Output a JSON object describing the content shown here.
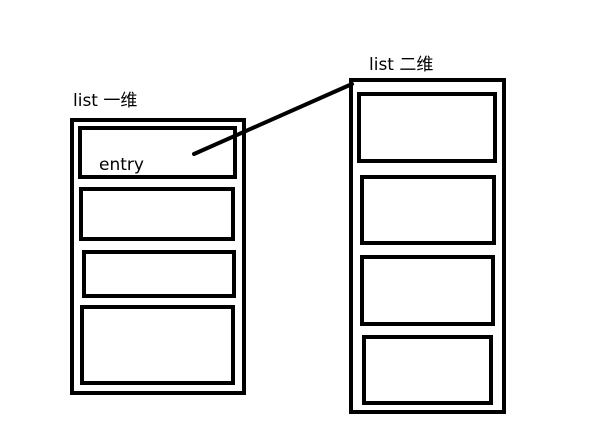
{
  "list_1d": {
    "label": "list 一维",
    "entry_label": "entry"
  },
  "list_2d": {
    "label": "list  二维"
  },
  "colors": {
    "stroke": "#000000",
    "background": "#ffffff"
  }
}
